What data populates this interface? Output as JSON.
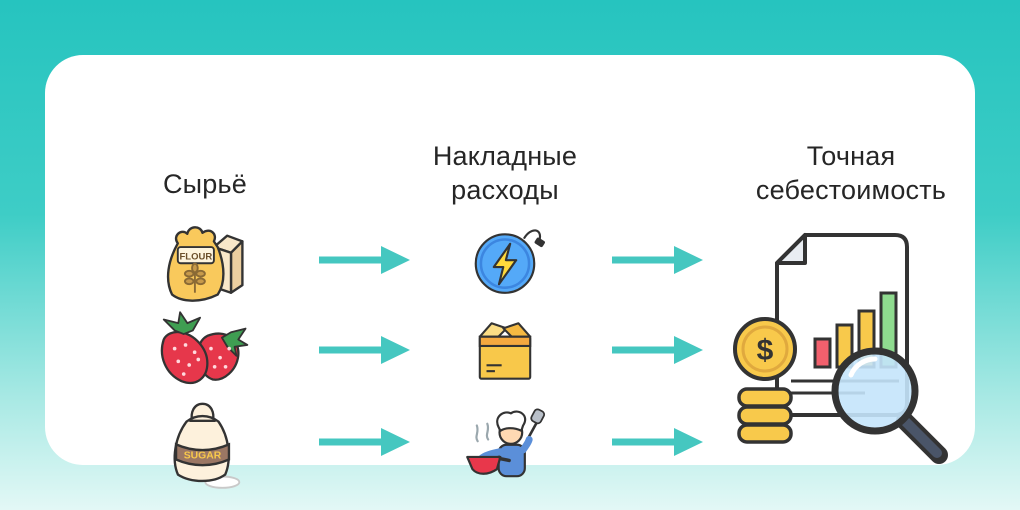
{
  "accent_color": "#45c7c0",
  "background": {
    "top": "#26c4bf",
    "bottom": "#e3f8f6"
  },
  "card_color": "#ffffff",
  "columns": {
    "raw_materials": {
      "title": "Сырьё"
    },
    "overhead": {
      "title": "Накладные расходы"
    },
    "exact_cost": {
      "title": "Точная себестоимость"
    }
  },
  "icon_text": {
    "flour_bag_label": "FLOUR",
    "sugar_bag_label": "SUGAR",
    "coin_symbol": "$"
  },
  "icons": [
    "flour-bag-icon",
    "strawberries-icon",
    "sugar-bag-icon",
    "electricity-icon",
    "package-box-icon",
    "chef-cooking-icon",
    "cost-analysis-icon"
  ],
  "arrow_count": 6
}
